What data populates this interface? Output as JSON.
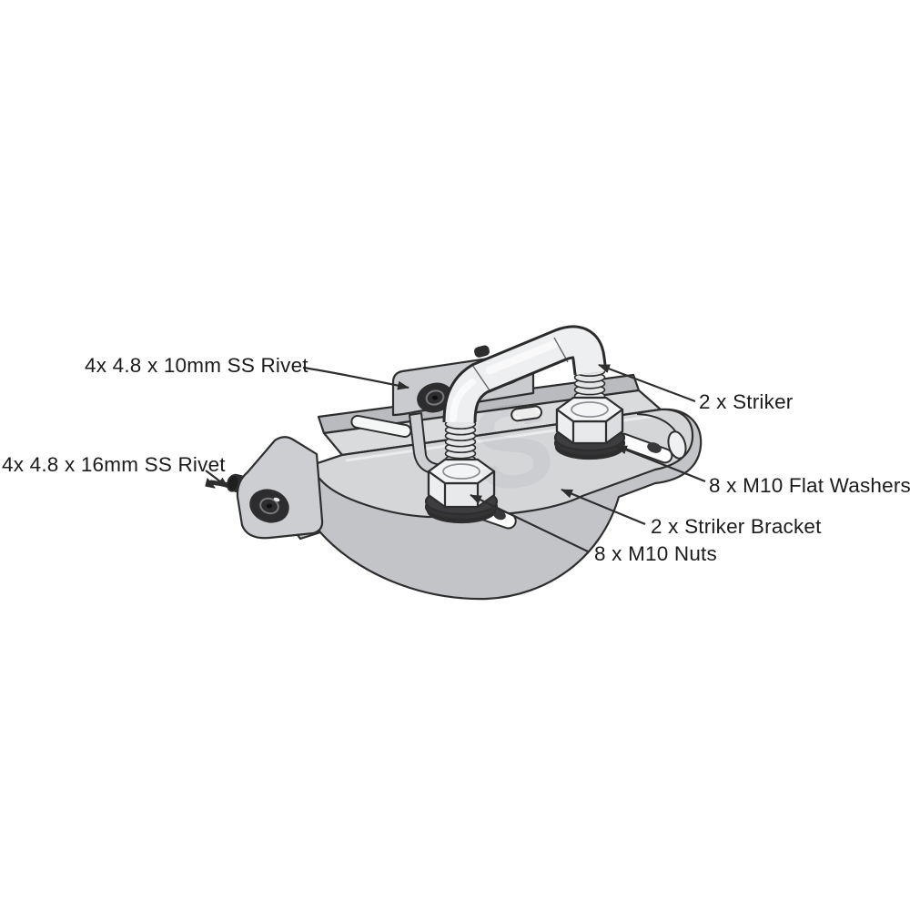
{
  "diagram": {
    "type": "exploded-parts-diagram",
    "subject": "Striker bracket assembly",
    "watermark": {
      "text": "S"
    },
    "colors": {
      "background": "#ffffff",
      "outline": "#2e2e2e",
      "metal_light": "#d4d6d8",
      "metal_mid": "#c3c5c8",
      "metal_dark": "#b9bbbe",
      "metal_highlight": "#eef0f1",
      "rivet_black": "#2d2d2f",
      "washer_black": "#343436",
      "nut_face": "#f3f4f6",
      "label_text": "#1c1c1c"
    },
    "labels": [
      {
        "text": "4x 4.8 x 10mm SS Rivet",
        "points_to": "rear-flange-rivet"
      },
      {
        "text": "4x 4.8 x 16mm SS Rivet",
        "points_to": "side-wing-rivet"
      },
      {
        "text": "2 x Striker",
        "points_to": "striker-u-bolt"
      },
      {
        "text": "8 x M10 Flat Washers",
        "points_to": "flat-washer"
      },
      {
        "text": "2 x Striker Bracket",
        "points_to": "bracket-plate"
      },
      {
        "text": "8 x M10 Nuts",
        "points_to": "hex-nut"
      }
    ]
  }
}
